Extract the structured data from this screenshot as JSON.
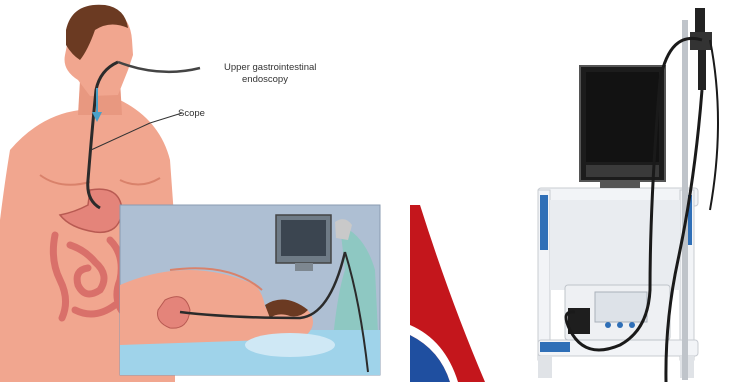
{
  "left_illustration": {
    "label_procedure_line1": "Upper gastrointestinal",
    "label_procedure_line2": "endoscopy",
    "label_scope": "Scope"
  },
  "colors": {
    "skin": "#f1a68f",
    "skin_shadow": "#d9826b",
    "hair": "#6b3a22",
    "organ": "#e4847a",
    "scope_cable": "#2b2b2b",
    "inset_bg": "#aebfd3",
    "bed_blue": "#9fd3ea",
    "cart_blue": "#2f6fb7",
    "cart_white": "#f2f4f7",
    "monitor_black": "#121212",
    "logo_red": "#c4161c",
    "logo_blue": "#1f4fa0"
  }
}
